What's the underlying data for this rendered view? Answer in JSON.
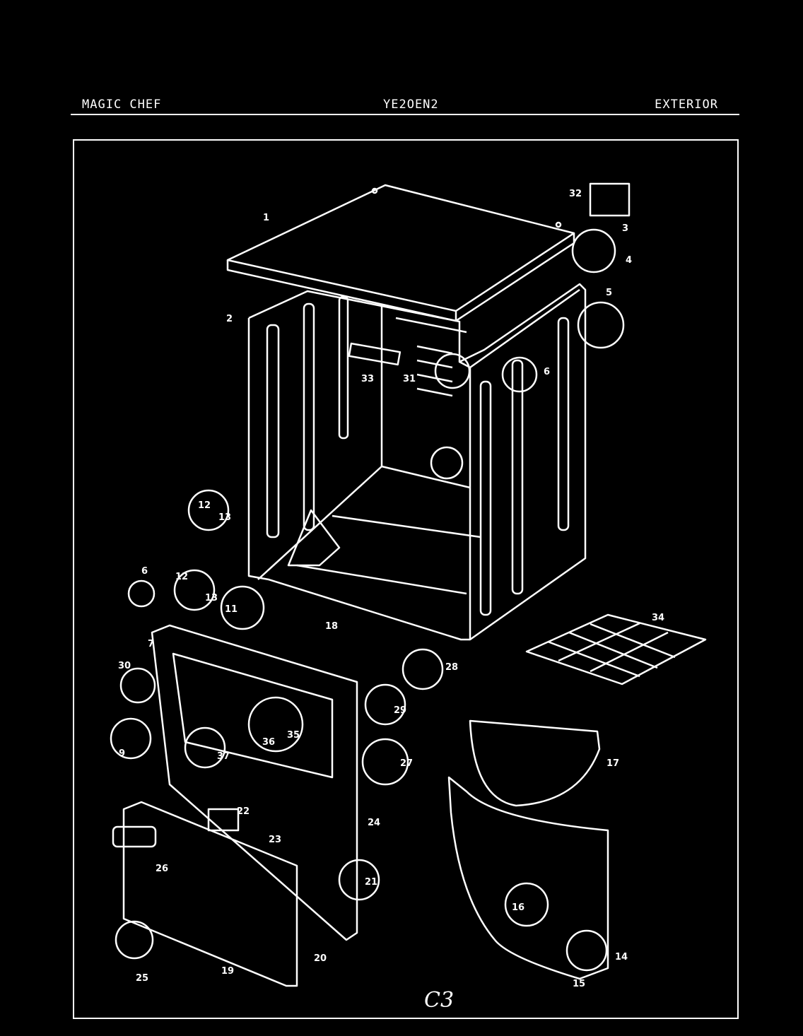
{
  "header": {
    "brand": "MAGIC CHEF",
    "model": "YE2OEN2",
    "section": "EXTERIOR"
  },
  "page_note": "C3",
  "callouts": [
    "1",
    "2",
    "3",
    "4",
    "5",
    "6",
    "6",
    "7",
    "9",
    "11",
    "12",
    "12",
    "13",
    "13",
    "14",
    "15",
    "16",
    "17",
    "18",
    "19",
    "20",
    "21",
    "22",
    "23",
    "24",
    "25",
    "26",
    "27",
    "28",
    "29",
    "30",
    "31",
    "32",
    "33",
    "34",
    "35",
    "36",
    "37"
  ],
  "colors": {
    "background": "#000000",
    "line": "#ffffff"
  }
}
